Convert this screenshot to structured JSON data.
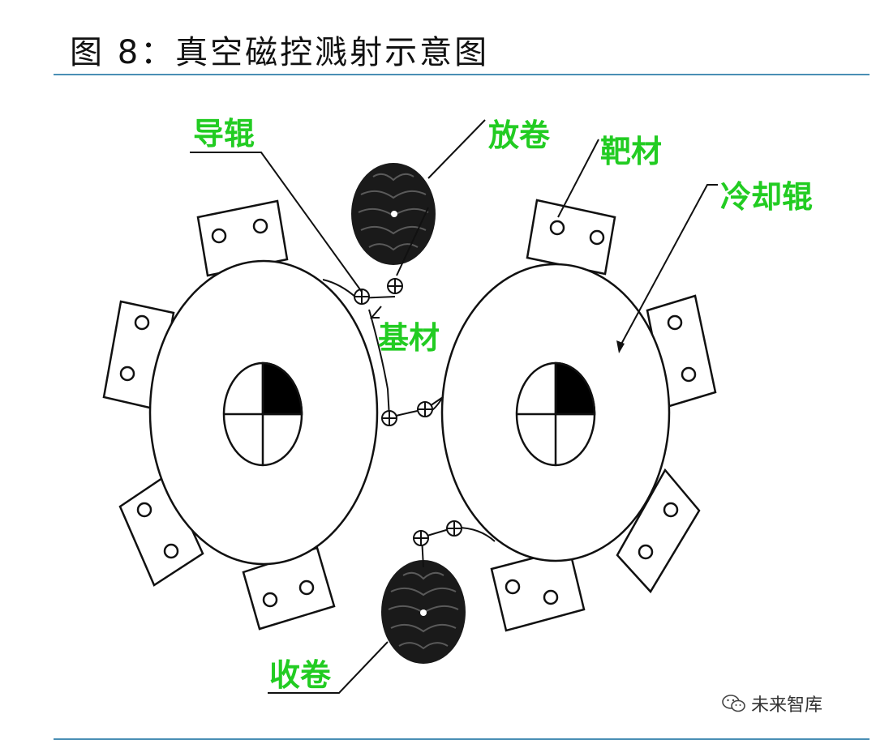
{
  "header": {
    "title": "图 8：真空磁控溅射示意图"
  },
  "labels": {
    "guide_roller": "导辊",
    "unwind": "放卷",
    "target": "靶材",
    "cooling_roller": "冷却辊",
    "substrate": "基材",
    "rewind": "收卷"
  },
  "watermark": {
    "text": "未来智库"
  },
  "colors": {
    "label": "#22cc22",
    "rule": "#4a8fb5",
    "line": "#111111"
  }
}
